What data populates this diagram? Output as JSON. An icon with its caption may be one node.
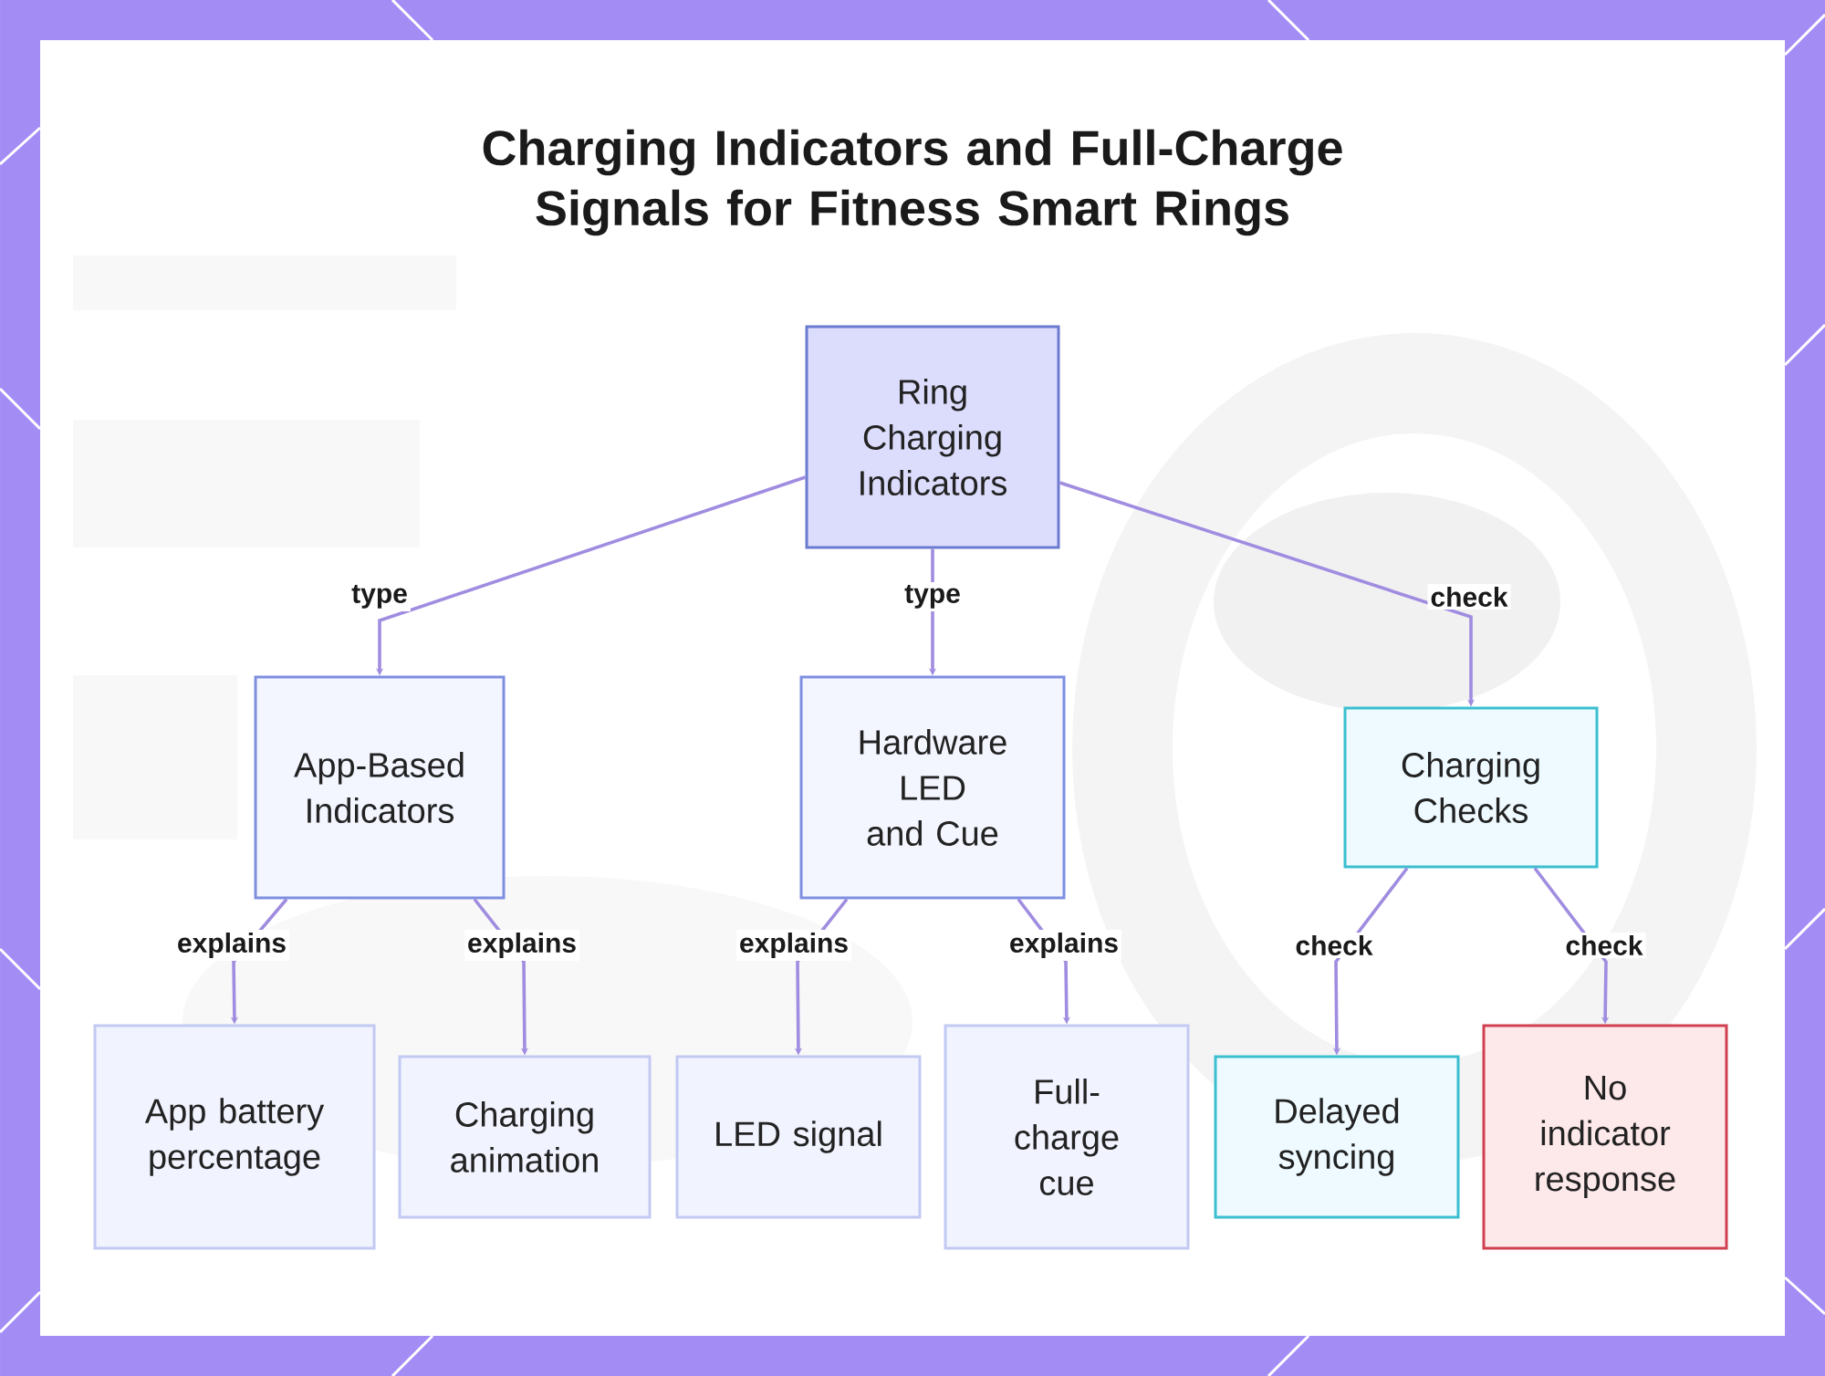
{
  "diagram": {
    "title": "Charging Indicators and Full-Charge Signals for Fitness Smart Rings",
    "nodes": [
      {
        "text": [
          "Ring Charging Indicators"
        ]
      },
      {
        "text": [
          "App-Based Indicators"
        ]
      },
      {
        "text": [
          "Hardware LED and Cue"
        ]
      },
      {
        "text": [
          "Charging Checks"
        ]
      },
      {
        "text": [
          "App battery percentage"
        ]
      },
      {
        "text": [
          "Charging animation"
        ]
      },
      {
        "text": [
          "LED signal"
        ]
      },
      {
        "text": [
          "Full-charge cue"
        ]
      },
      {
        "text": [
          "Delayed syncing"
        ]
      },
      {
        "text": [
          "No indicator response"
        ]
      }
    ],
    "edges": [
      {
        "from": 0,
        "to": 1,
        "arrow": "to",
        "label": "type"
      },
      {
        "from": 0,
        "to": 2,
        "arrow": "to",
        "label": "type"
      },
      {
        "from": 0,
        "to": 3,
        "arrow": "to",
        "label": "check"
      },
      {
        "from": 1,
        "to": 4,
        "arrow": "to",
        "label": "explains"
      },
      {
        "from": 1,
        "to": 5,
        "arrow": "to",
        "label": "explains"
      },
      {
        "from": 2,
        "to": 6,
        "arrow": "to",
        "label": "explains"
      },
      {
        "from": 2,
        "to": 7,
        "arrow": "to",
        "label": "explains"
      },
      {
        "from": 3,
        "to": 8,
        "arrow": "to",
        "label": "check"
      },
      {
        "from": 3,
        "to": 9,
        "arrow": "to",
        "label": "check"
      }
    ]
  }
}
